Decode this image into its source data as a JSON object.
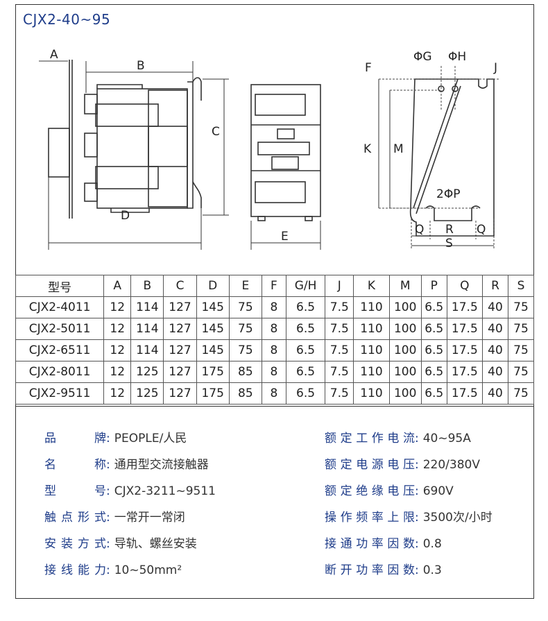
{
  "title": "CJX2-40~95",
  "diagram_labels": {
    "A": "A",
    "B": "B",
    "C": "C",
    "D": "D",
    "E": "E",
    "F": "F",
    "G": "ΦG",
    "H": "ΦH",
    "J": "J",
    "K": "K",
    "M": "M",
    "P": "2ΦP",
    "Q1": "Q",
    "R": "R",
    "Q2": "Q",
    "S": "S"
  },
  "table": {
    "headers": [
      "型号",
      "A",
      "B",
      "C",
      "D",
      "E",
      "F",
      "G/H",
      "J",
      "K",
      "M",
      "P",
      "Q",
      "R",
      "S"
    ],
    "rows": [
      [
        "CJX2-4011",
        "12",
        "114",
        "127",
        "145",
        "75",
        "8",
        "6.5",
        "7.5",
        "110",
        "100",
        "6.5",
        "17.5",
        "40",
        "75"
      ],
      [
        "CJX2-5011",
        "12",
        "114",
        "127",
        "145",
        "75",
        "8",
        "6.5",
        "7.5",
        "110",
        "100",
        "6.5",
        "17.5",
        "40",
        "75"
      ],
      [
        "CJX2-6511",
        "12",
        "114",
        "127",
        "145",
        "75",
        "8",
        "6.5",
        "7.5",
        "110",
        "100",
        "6.5",
        "17.5",
        "40",
        "75"
      ],
      [
        "CJX2-8011",
        "12",
        "125",
        "127",
        "175",
        "85",
        "8",
        "6.5",
        "7.5",
        "110",
        "100",
        "6.5",
        "17.5",
        "40",
        "75"
      ],
      [
        "CJX2-9511",
        "12",
        "125",
        "127",
        "175",
        "85",
        "8",
        "6.5",
        "7.5",
        "110",
        "100",
        "6.5",
        "17.5",
        "40",
        "75"
      ]
    ]
  },
  "specs_left": [
    {
      "key": "品牌",
      "value": "PEOPLE/人民"
    },
    {
      "key": "名称",
      "value": "通用型交流接触器"
    },
    {
      "key": "型号",
      "value": "CJX2-3211~9511"
    },
    {
      "key": "触点形式",
      "value": "一常开一常闭"
    },
    {
      "key": "安装方式",
      "value": "导轨、螺丝安装"
    },
    {
      "key": "接线能力",
      "value": "10~50mm²"
    }
  ],
  "specs_right": [
    {
      "key": "额定工作电流",
      "value": "40~95A"
    },
    {
      "key": "额定电源电压",
      "value": "220/380V"
    },
    {
      "key": "额定绝缘电压",
      "value": "690V"
    },
    {
      "key": "操作频率上限",
      "value": "3500次/小时"
    },
    {
      "key": "接通功率因数",
      "value": "0.8"
    },
    {
      "key": "断开功率因数",
      "value": "0.3"
    }
  ],
  "colon": ":"
}
